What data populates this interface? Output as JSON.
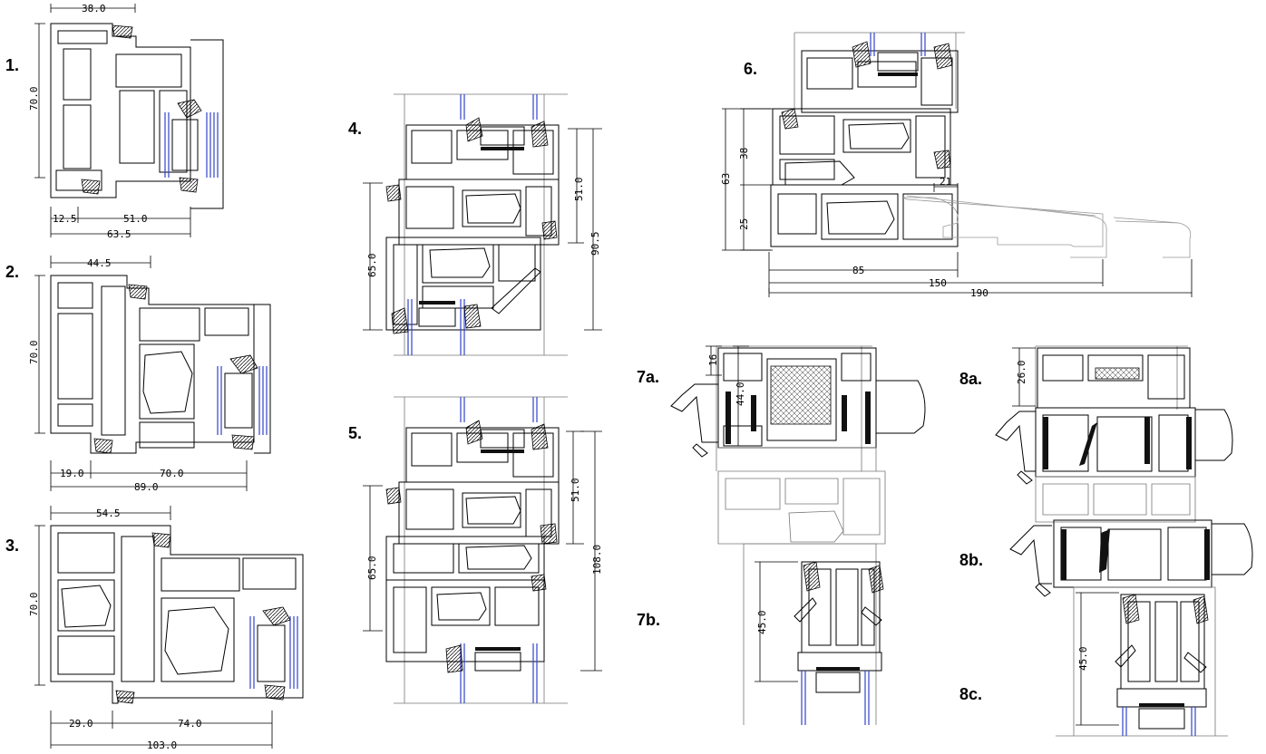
{
  "title": "",
  "colors": {
    "line": "#000000",
    "glass": "#3344cc",
    "seal_hatch": "#000000"
  },
  "sections": [
    {
      "id": "s1",
      "label": "1.",
      "dims": [
        "38.0",
        "70.0",
        "12.5",
        "51.0",
        "63.5"
      ]
    },
    {
      "id": "s2",
      "label": "2.",
      "dims": [
        "44.5",
        "70.0",
        "19.0",
        "70.0",
        "89.0"
      ]
    },
    {
      "id": "s3",
      "label": "3.",
      "dims": [
        "54.5",
        "70.0",
        "29.0",
        "74.0",
        "103.0"
      ]
    },
    {
      "id": "s4",
      "label": "4.",
      "dims": [
        "51.0",
        "90.5",
        "65.0"
      ]
    },
    {
      "id": "s5",
      "label": "5.",
      "dims": [
        "51.0",
        "108.0",
        "65.0"
      ]
    },
    {
      "id": "s6",
      "label": "6.",
      "dims": [
        "63",
        "38",
        "25",
        "21",
        "85",
        "150",
        "190"
      ]
    },
    {
      "id": "s7a",
      "label": "7a.",
      "dims": [
        "16",
        "44.0"
      ]
    },
    {
      "id": "s7b",
      "label": "7b.",
      "dims": [
        "45.0"
      ]
    },
    {
      "id": "s8a",
      "label": "8a.",
      "dims": [
        "26.0"
      ]
    },
    {
      "id": "s8b",
      "label": "8b.",
      "dims": []
    },
    {
      "id": "s8c",
      "label": "8c.",
      "dims": [
        "45.0"
      ]
    }
  ]
}
